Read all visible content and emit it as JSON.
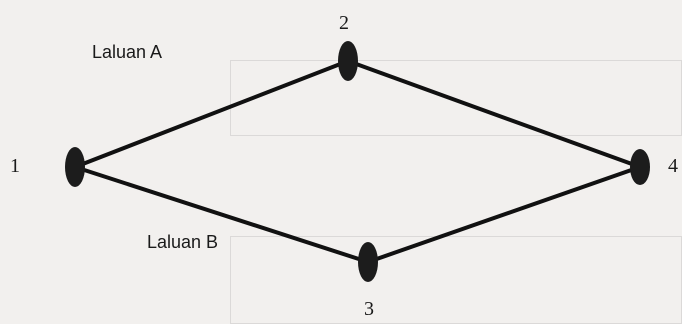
{
  "routes": {
    "a_label": "Laluan A",
    "b_label": "Laluan B"
  },
  "nodes": [
    {
      "id": "1",
      "label": "1"
    },
    {
      "id": "2",
      "label": "2"
    },
    {
      "id": "3",
      "label": "3"
    },
    {
      "id": "4",
      "label": "4"
    }
  ],
  "edges": [
    {
      "from": "1",
      "to": "2"
    },
    {
      "from": "2",
      "to": "4"
    },
    {
      "from": "1",
      "to": "3"
    },
    {
      "from": "3",
      "to": "4"
    }
  ],
  "colors": {
    "background": "#f2f0ee",
    "node": "#1c1c1c",
    "edge": "#111111"
  }
}
